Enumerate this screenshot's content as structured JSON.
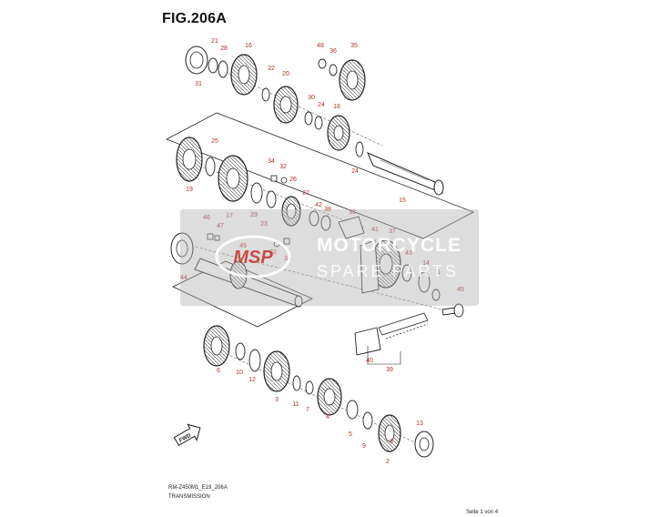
{
  "figure": {
    "title": "FIG.206A",
    "model_code": "RM-Z450M1_E19_206A",
    "caption": "TRANSMISSION",
    "page": "Seite 1 von 4",
    "fwd_label": "FWD"
  },
  "watermark": {
    "logo_text": "MSP",
    "brand": "MOTORCYCLE",
    "sub": "SPARE PARTS"
  },
  "callouts": [
    "21",
    "28",
    "16",
    "31",
    "22",
    "20",
    "48",
    "36",
    "35",
    "30",
    "24",
    "18",
    "25",
    "24",
    "19",
    "34",
    "32",
    "26",
    "17",
    "29",
    "15",
    "27",
    "42",
    "38",
    "46",
    "47",
    "23",
    "33",
    "32",
    "41",
    "37",
    "34",
    "43",
    "44",
    "49",
    "14",
    "1",
    "45",
    "6",
    "10",
    "12",
    "3",
    "11",
    "7",
    "4",
    "5",
    "9",
    "8",
    "2",
    "13",
    "40",
    "39"
  ],
  "colors": {
    "callout": "#b0322a",
    "line": "#222222"
  }
}
